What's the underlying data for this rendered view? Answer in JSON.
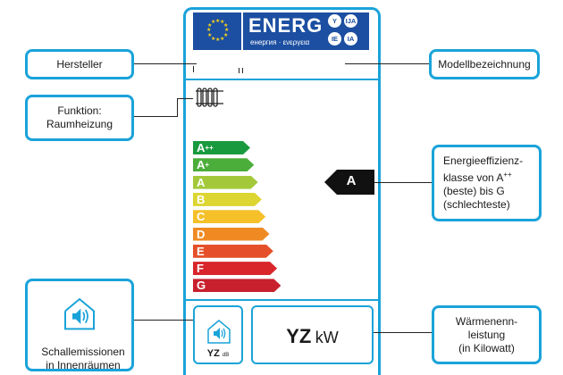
{
  "energy_label": {
    "title": "ENERG",
    "subtitle": "енергия · ενεργεια",
    "lang_badges": [
      "Y",
      "IJA",
      "IE",
      "IA"
    ],
    "classes": [
      {
        "label": "A",
        "sup": "++",
        "color": "#1a9a3e",
        "value_rank": 1
      },
      {
        "label": "A",
        "sup": "+",
        "color": "#4cae3a",
        "value_rank": 2
      },
      {
        "label": "A",
        "sup": "",
        "color": "#a3c93a",
        "value_rank": 3
      },
      {
        "label": "B",
        "sup": "",
        "color": "#ddd531",
        "value_rank": 4
      },
      {
        "label": "C",
        "sup": "",
        "color": "#f5c02a",
        "value_rank": 5
      },
      {
        "label": "D",
        "sup": "",
        "color": "#ef8a23",
        "value_rank": 6
      },
      {
        "label": "E",
        "sup": "",
        "color": "#e5502a",
        "value_rank": 7
      },
      {
        "label": "F",
        "sup": "",
        "color": "#d8262b",
        "value_rank": 8
      },
      {
        "label": "G",
        "sup": "",
        "color": "#c8202d",
        "value_rank": 9
      }
    ],
    "selected_class": "A",
    "noise": {
      "value": "YZ",
      "unit": "dB"
    },
    "power": {
      "value": "YZ",
      "unit": "kW"
    }
  },
  "callouts": {
    "hersteller": "Hersteller",
    "modell": "Modellbezeichnung",
    "funktion": "Funktion:\nRaumheizung",
    "effizienz_line1": "Energieeffizienz-",
    "effizienz_line2_prefix": "klasse von A",
    "effizienz_line2_sup": "++",
    "effizienz_line3": "(beste) bis G",
    "effizienz_line4": "(schlechteste)",
    "schall": "Schallemissionen\nin Innenräumen",
    "waerme": "Wärmenenn-\nleistung\n(in Kilowatt)"
  },
  "colors": {
    "accent": "#1aa3d9",
    "eu_blue": "#1c4fa1",
    "star": "#f7d117"
  },
  "icons": [
    "eu-flag-icon",
    "radiator-icon",
    "speaker-house-icon",
    "class-pointer-icon"
  ]
}
